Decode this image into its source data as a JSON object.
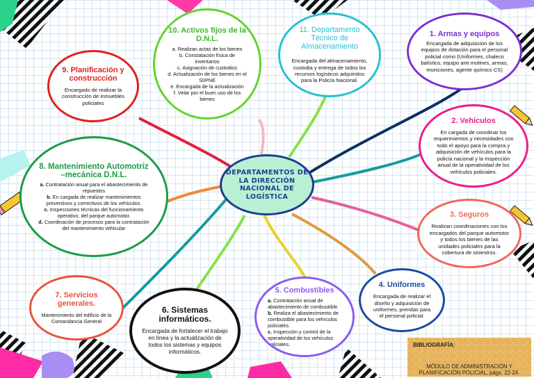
{
  "center": {
    "title": "DEPARTAMENTOS DE LA DIRECCIÓN NACIONAL DE LOGÍSTICA"
  },
  "nodes": {
    "n1": {
      "title": "1. Armas y equipos",
      "color": "#7b2fd6",
      "desc": "Encargada de adquisición de los equipos de dotación para el personal policial como (Uniformes, chaleco balístico, equipo anti motines, armas, municiones, agente químico CS)"
    },
    "n2": {
      "title": "2. Vehículos",
      "color": "#ec1c8c",
      "desc": "En cargada de coordinar los requerimientos y necesidades con todo el apoyo para la compra y adquisición de vehículos para la policía nacional y la Inspección anual de la operatividad de los vehículos policiales."
    },
    "n3": {
      "title": "3. Seguros",
      "color": "#f0685a",
      "desc": "Realizan coordinaciones con los encargados del parque automotor y todos los bienes de las unidades policiales para la cobertura de siniestros."
    },
    "n4": {
      "title": "4. Uniformes",
      "color": "#1a4aa3",
      "desc": "Encargada de realizar el diseño y adquisición de uniformes, prendas para el personal policial."
    },
    "n5": {
      "title": "5. Combustibles",
      "color": "#8a5cf0",
      "items": [
        {
          "k": "a.",
          "v": "Contratación anual de abastecimiento de combustible."
        },
        {
          "k": "b.",
          "v": "Realiza el abastecimiento de combustible para los vehículos policiales."
        },
        {
          "k": "c.",
          "v": "Inspección y control de la operatividad de los vehículos policiales."
        }
      ]
    },
    "n6": {
      "title": "6. Sistemas informáticos.",
      "color": "#111111",
      "desc": "Encargada de fortalecer el trabajo en línea y la actualización de todos los sistemas y equipos informáticos."
    },
    "n7": {
      "title": "7. Servicios generales.",
      "color": "#e8533b",
      "desc": "Mantenimiento del edificio de la Comandancia General"
    },
    "n8": {
      "title": "8. Mantenimiento Automotriz –mecánica D.N.L.",
      "color": "#1c9c48",
      "items": [
        {
          "k": "a.",
          "v": "Contratación anual para el abastecimiento de repuestos"
        },
        {
          "k": "b.",
          "v": "En cargada de realizar mantenimientos preventivos y correctivos de los vehículos."
        },
        {
          "k": "c.",
          "v": "Inspecciones técnicas del funcionamiento operativo, del parque automotor."
        },
        {
          "k": "d.",
          "v": "Coordinación de procesos para la contratación del mantenimiento vehicular"
        }
      ]
    },
    "n9": {
      "title": "9. Planificación y construcción",
      "color": "#e21f1f",
      "desc": "Encargado de realizar la construcción de inmuebles policiales"
    },
    "n10": {
      "title": "10. Activos fijos de la D.N.L.",
      "color": "#66d32a",
      "items": [
        {
          "k": "",
          "v": "a. Realizan actas de los bienes"
        },
        {
          "k": "",
          "v": "b. Constatación física de inventarios"
        },
        {
          "k": "",
          "v": "c. Asignación de custodios"
        },
        {
          "k": "",
          "v": "d. Actualización de los bienes en el SIIPNE"
        },
        {
          "k": "",
          "v": "e. Encargada de la actualización"
        },
        {
          "k": "",
          "v": "f. Velar por el buen uso de los bienes"
        }
      ]
    },
    "n11": {
      "title": "11. Departamento Técnico de Almacenamiento",
      "color": "#27c0d6",
      "desc": "Encargada del almacenamiento, custodia y entrega de todos los recursos logísticos adquiridos para la Policía Nacional."
    }
  },
  "bibliography": {
    "heading": "BIBLIOGRAFÍA:",
    "text": "MÓDULO DE ADMINISTRACIÓN Y PLANIFICACIÓN POLICIAL, págs. 22-24."
  }
}
